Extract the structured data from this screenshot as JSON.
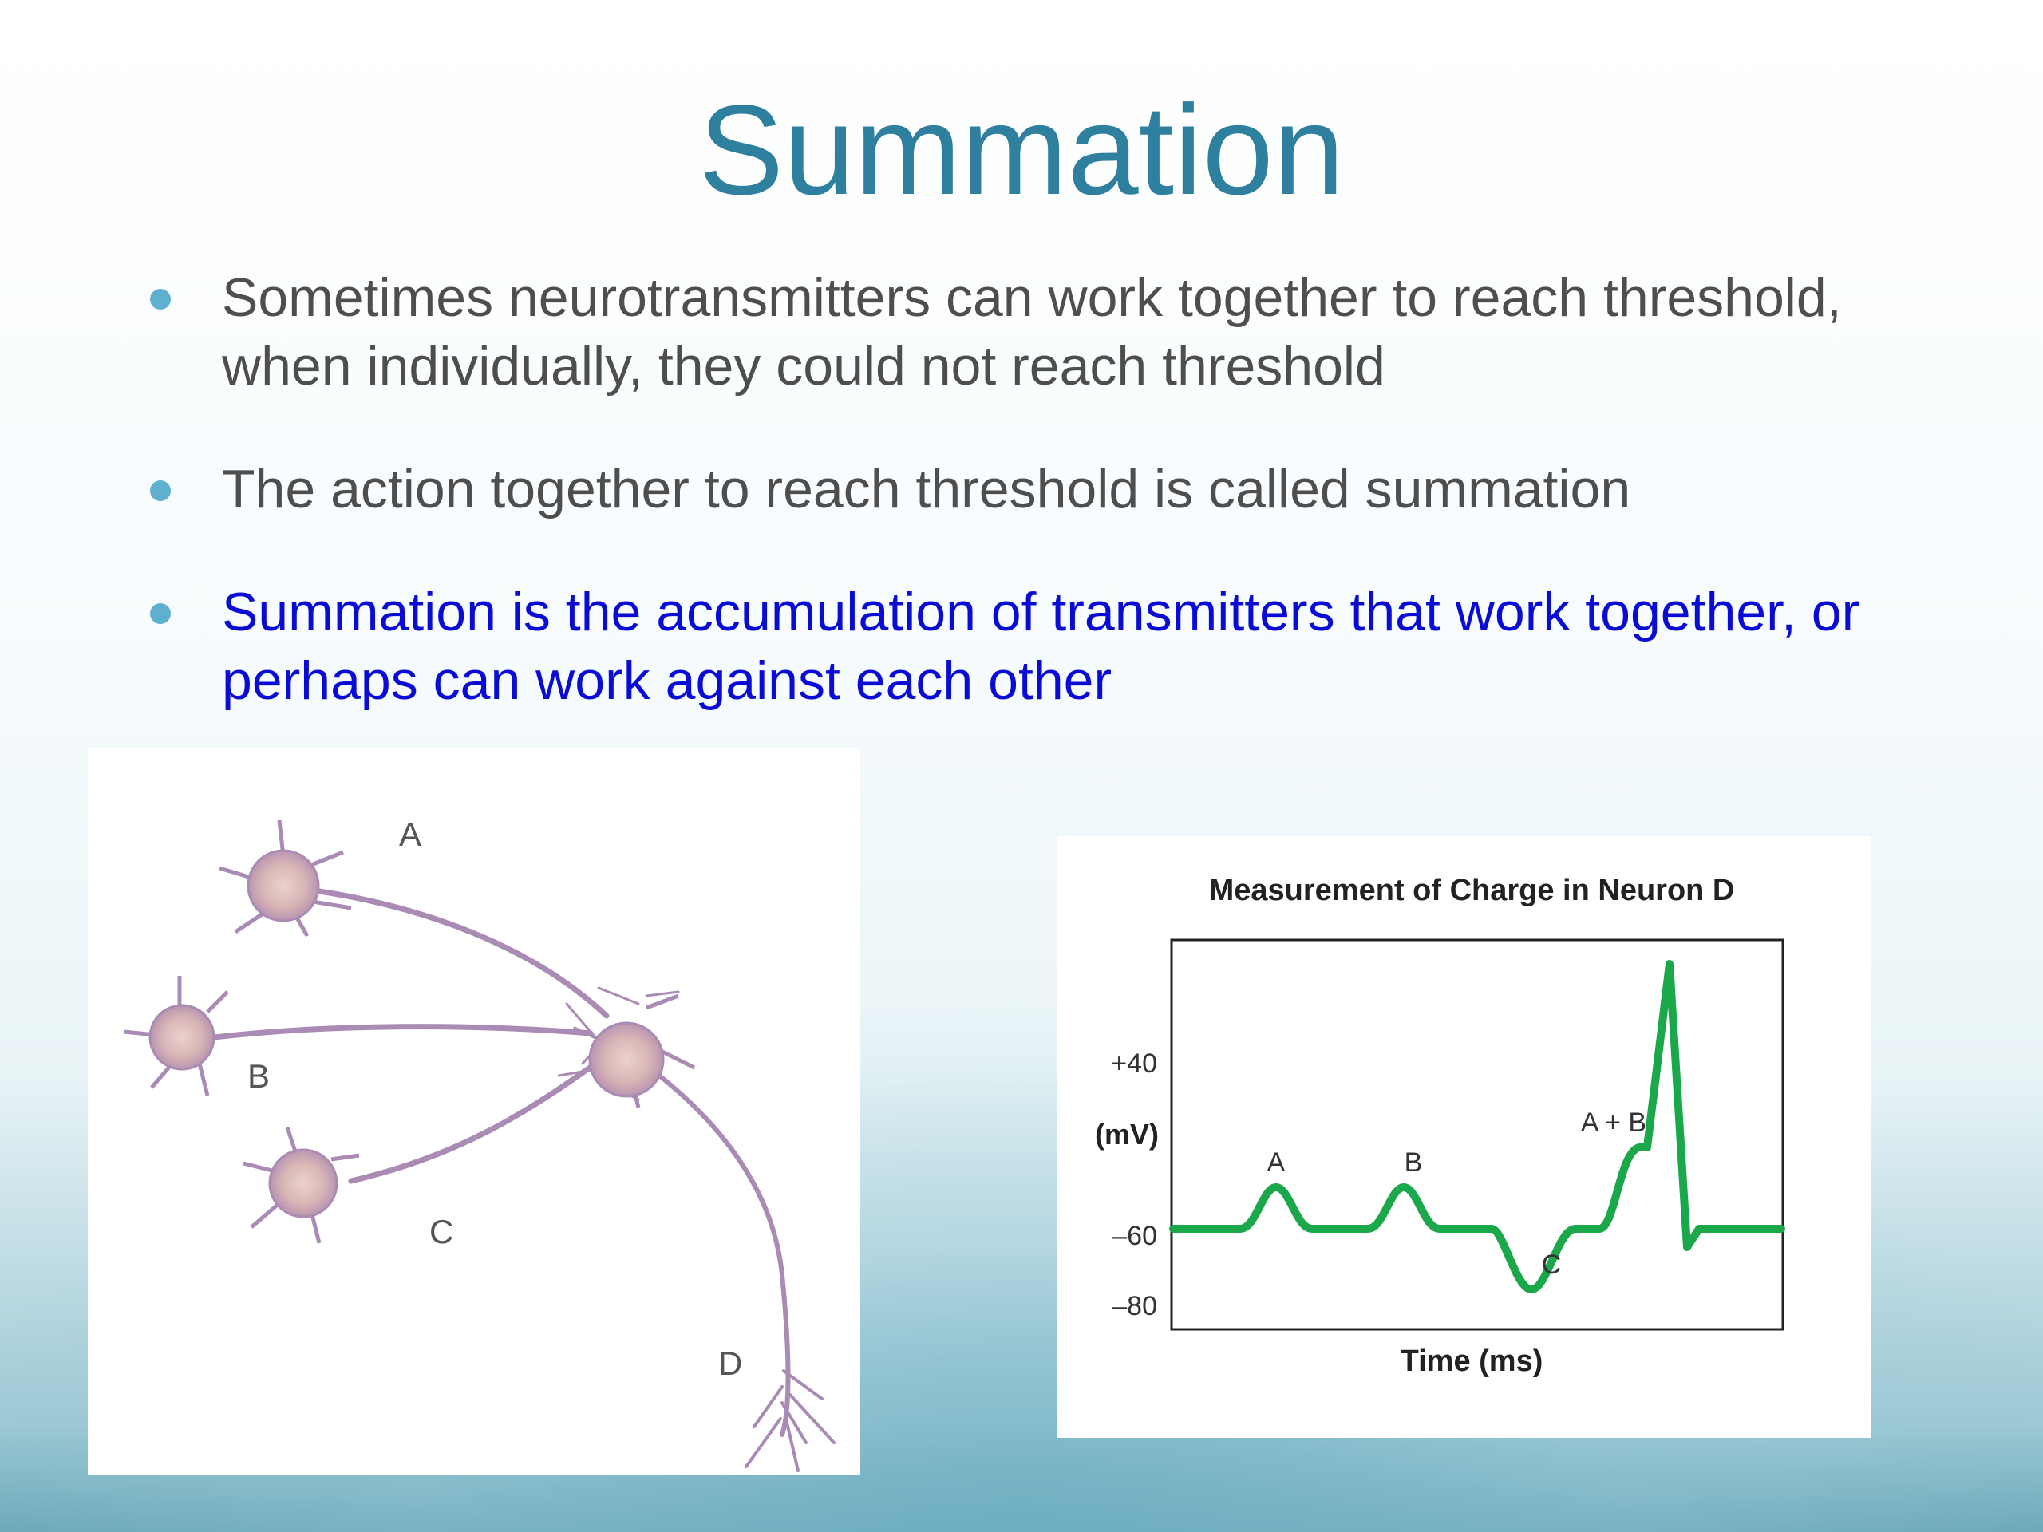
{
  "slide": {
    "title": "Summation",
    "bullets": [
      "Sometimes neurotransmitters can work together to reach threshold, when individually, they could not reach threshold",
      "The action together to reach threshold is called summation",
      "Summation is the accumulation of transmitters that work together, or perhaps can work against each other"
    ],
    "colors": {
      "title": "#2f7f9e",
      "bullet_dot": "#5fb0cf",
      "body_text": "#4e4e4e",
      "highlight_text": "#0b0bd6",
      "neuron": "#a98bb3",
      "trace": "#1aa84a"
    }
  },
  "neuron_diagram": {
    "labels": {
      "a": "A",
      "b": "B",
      "c": "C",
      "d": "D"
    }
  },
  "graph": {
    "title": "Measurement of Charge in Neuron D",
    "ylabel": "(mV)",
    "xlabel": "Time (ms)",
    "yticks": [
      "+40",
      "–60",
      "–80"
    ],
    "annotations": {
      "a": "A",
      "b": "B",
      "c": "C",
      "ab": "A + B"
    }
  }
}
